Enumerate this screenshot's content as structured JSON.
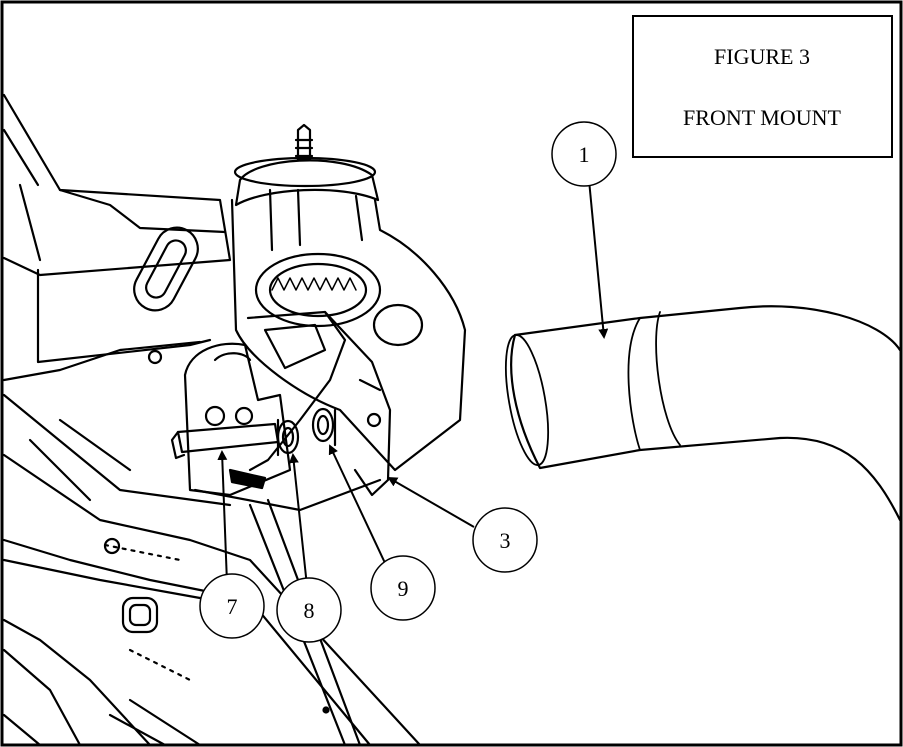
{
  "title_box": {
    "line1": "FIGURE 3",
    "line2": "FRONT MOUNT"
  },
  "callouts": [
    {
      "id": "1",
      "label": "1",
      "target": "hose"
    },
    {
      "id": "3",
      "label": "3",
      "target": "mount-bracket"
    },
    {
      "id": "7",
      "label": "7",
      "target": "bolt"
    },
    {
      "id": "8",
      "label": "8",
      "target": "washer"
    },
    {
      "id": "9",
      "label": "9",
      "target": "nut"
    }
  ]
}
